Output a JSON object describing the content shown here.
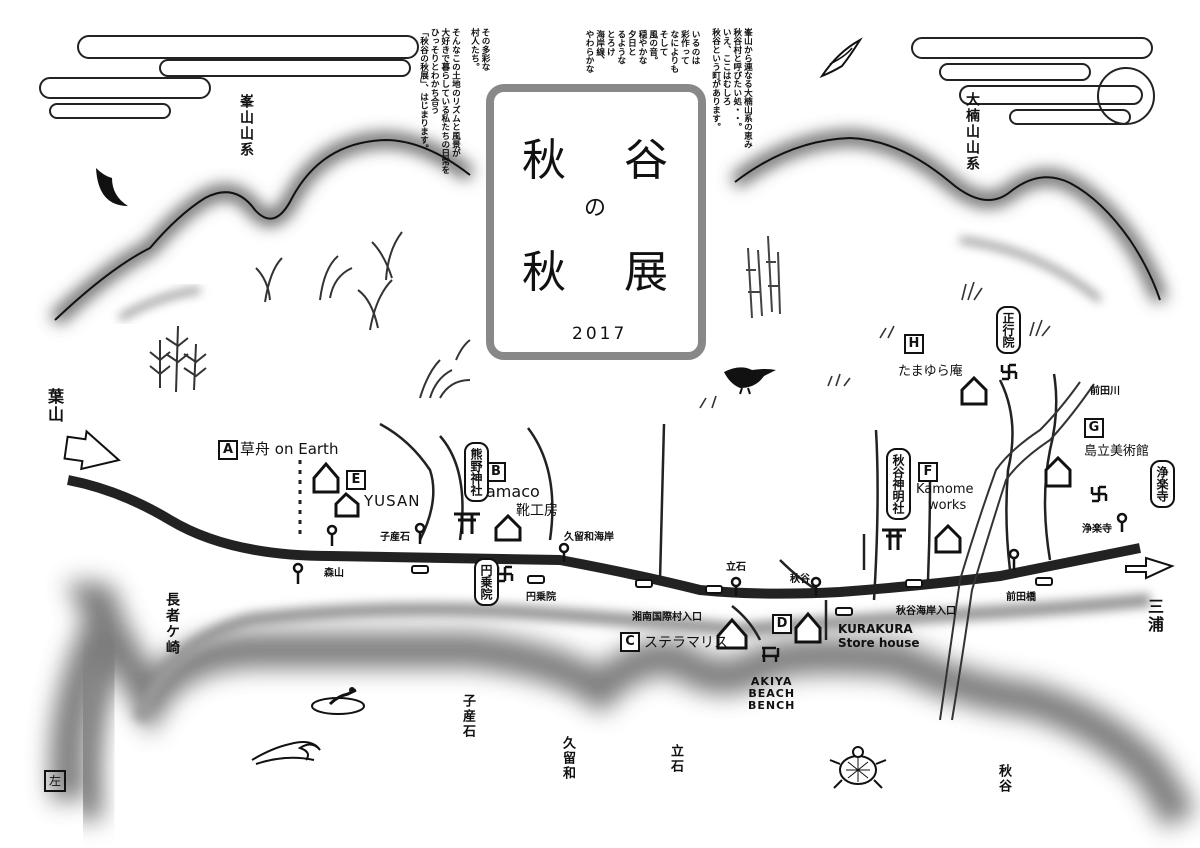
{
  "title": {
    "chars": [
      "秋",
      "谷",
      "の",
      "秋",
      "展"
    ],
    "year": "2017"
  },
  "poem_left": [
    "秋谷という町があります。",
    "いえ、ここはむしろ",
    "秋谷村と呼びたい処・・。",
    "峯山から連なる大楠山系の恵み",
    "やわらかな",
    "海岸線、",
    "とろけ",
    "るような",
    "夕日と",
    "穏やかな",
    "風の音。",
    "そして",
    "なによりも",
    "彩作って",
    "いるのは",
    "その多彩な",
    "村人たち。",
    "そんなこの土地のリズムと風景が",
    "大好きで暮らしている私たちの日常を",
    "ひっそりとわかち合う",
    "「秋谷の秋展」、はじまります。"
  ],
  "regions": {
    "mine_mountains": "峯山山系",
    "okusu_mountains": "大楠山山系",
    "hayama": "葉山",
    "miura": "三浦",
    "chojagasaki": "長者ケ崎",
    "kobeishi": "子産石",
    "kurumiwa": "久留和",
    "tateishi": "立石",
    "akiya": "秋谷",
    "maeda_river": "前田川",
    "left_mark": "左"
  },
  "shops": [
    {
      "letter": "A",
      "name": "草舟 on Earth"
    },
    {
      "letter": "E",
      "name": "YUSAN"
    },
    {
      "letter": "B",
      "name": "amaco",
      "sub": "靴工房"
    },
    {
      "letter": "C",
      "name": "ステラマリス"
    },
    {
      "letter": "D",
      "name": "KURAKURA",
      "sub": "Store house"
    },
    {
      "letter": "F",
      "name": "Kamome",
      "sub": "works"
    },
    {
      "letter": "H",
      "name": "たまゆら庵"
    },
    {
      "letter": "G",
      "name": "島立美術館"
    }
  ],
  "temples": {
    "kumano": "熊野神社",
    "enjoin": "円乗院",
    "akiya_shinmei": "秋谷神明社",
    "shogyoin": "正行院",
    "jorakuji": "浄楽寺"
  },
  "stops": {
    "morito": "森山",
    "kobeishi": "子産石",
    "kurumiwa_coast": "久留和海岸",
    "enjoin": "円乗院",
    "shonan_village": "湘南国際村入口",
    "tateishi": "立石",
    "akiya": "秋谷",
    "akiya_coast": "秋谷海岸入口",
    "maedabashi": "前田橋",
    "jorakuji": "浄楽寺"
  },
  "beach_bench": [
    "AKIYA",
    "BEACH",
    "BENCH"
  ]
}
